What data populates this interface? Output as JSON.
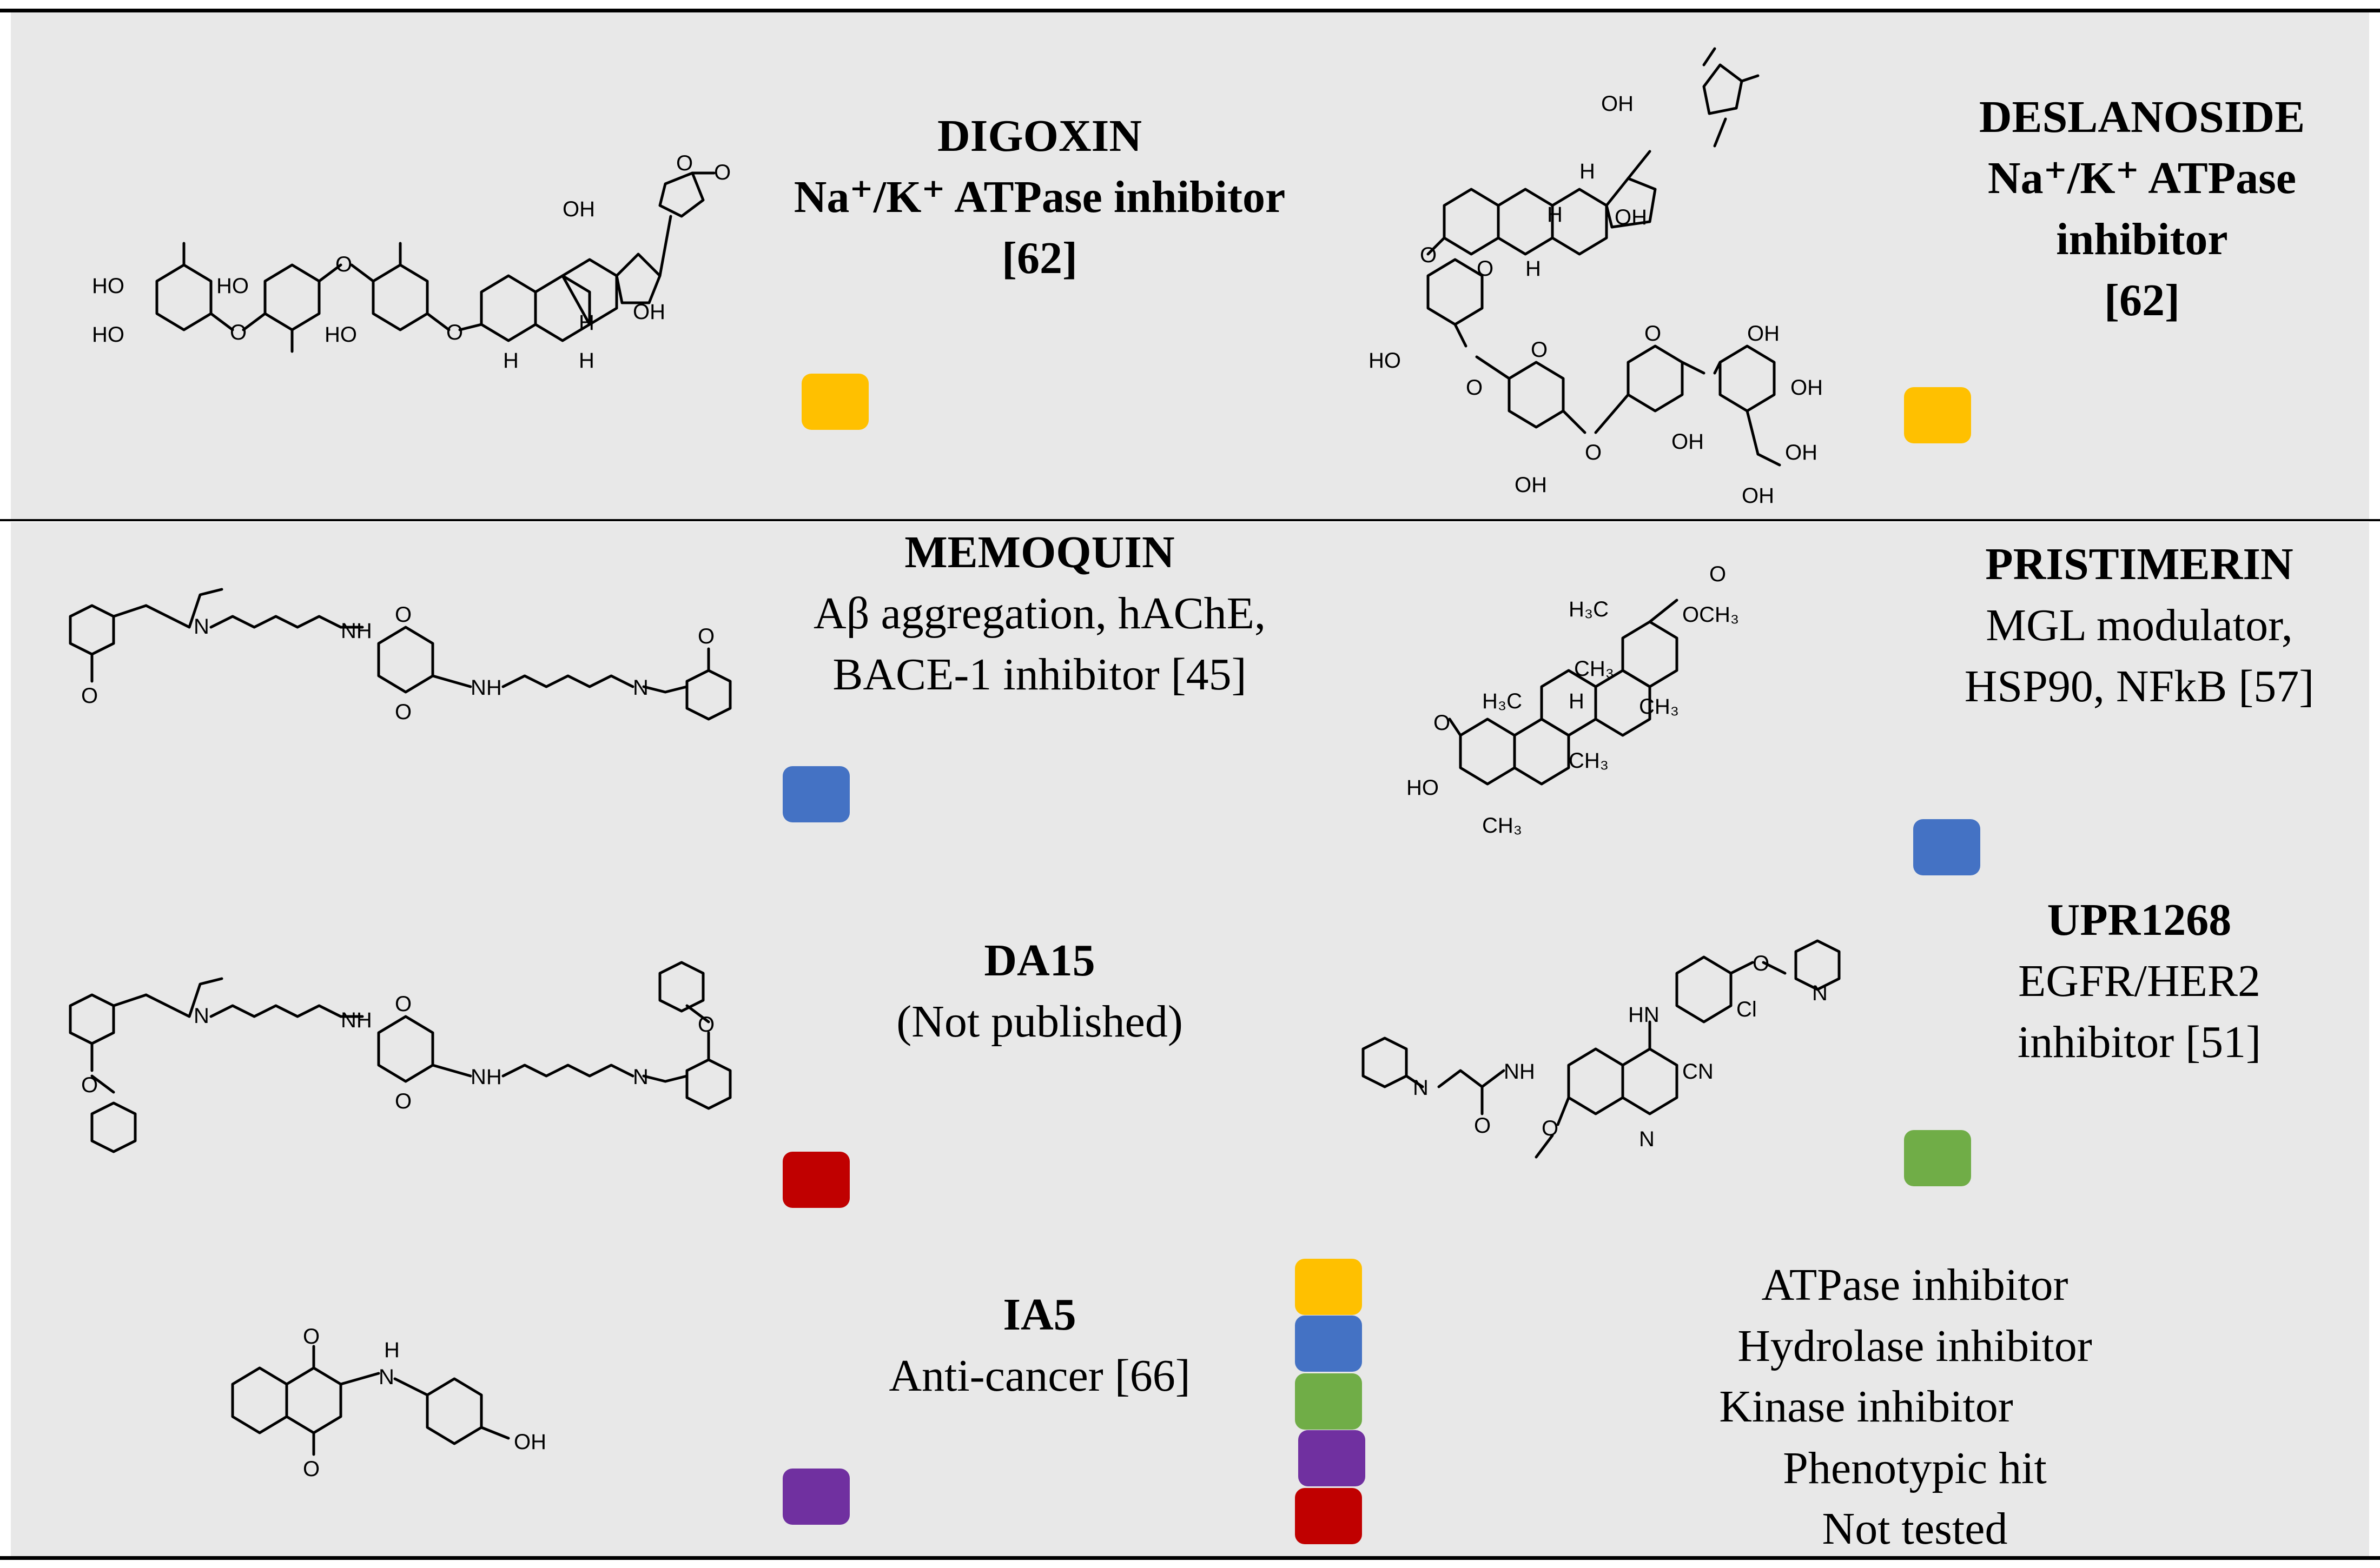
{
  "colors": {
    "atpase": "#ffc000",
    "hydrolase": "#4472c4",
    "kinase": "#70ad47",
    "phenotypic": "#7030a0",
    "not_tested": "#c00000",
    "panel_bg": "#e8e8e8"
  },
  "compounds": {
    "digoxin": {
      "name": "DIGOXIN",
      "line1": "Na⁺/K⁺ ATPase inhibitor",
      "line2": "[62]",
      "category": "atpase"
    },
    "deslanoside": {
      "name": "DESLANOSIDE",
      "line1": "Na⁺/K⁺ ATPase",
      "line2": "inhibitor",
      "line3": "[62]",
      "category": "atpase"
    },
    "memoquin": {
      "name": "MEMOQUIN",
      "line1": "Aβ aggregation, hAChE,",
      "line2": "BACE-1 inhibitor [45]",
      "category": "hydrolase"
    },
    "pristimerin": {
      "name": "PRISTIMERIN",
      "line1": "MGL modulator,",
      "line2": "HSP90, NFkB [57]",
      "category": "hydrolase"
    },
    "da15": {
      "name": "DA15",
      "line1": "(Not published)",
      "category": "not_tested"
    },
    "upr1268": {
      "name": "UPR1268",
      "line1": "EGFR/HER2",
      "line2": "inhibitor [51]",
      "category": "kinase"
    },
    "ia5": {
      "name": "IA5",
      "line1": "Anti-cancer [66]",
      "category": "phenotypic"
    }
  },
  "legend": [
    {
      "label": "ATPase inhibitor",
      "color": "#ffc000"
    },
    {
      "label": "Hydrolase inhibitor",
      "color": "#4472c4"
    },
    {
      "label": "Kinase inhibitor",
      "color": "#70ad47"
    },
    {
      "label": "Phenotypic hit",
      "color": "#7030a0"
    },
    {
      "label": "Not tested",
      "color": "#c00000"
    }
  ],
  "atom_labels": {
    "oh": "OH",
    "ho": "HO",
    "o": "O",
    "h": "H",
    "nh": "NH",
    "n": "N",
    "hn": "HN",
    "cl": "Cl",
    "cn": "CN",
    "h3c": "H₃C",
    "ch3": "CH₃",
    "och3": "OCH₃"
  }
}
